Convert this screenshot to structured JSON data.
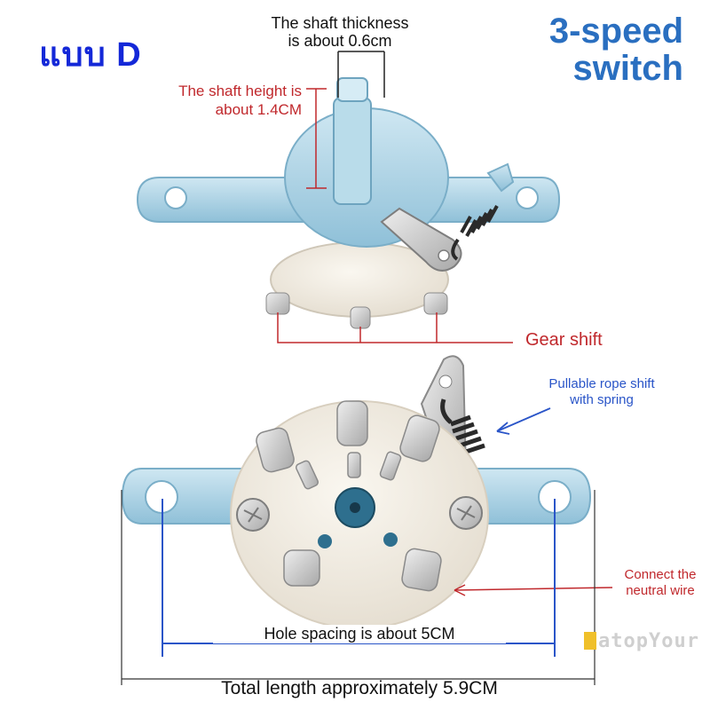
{
  "variant_label": "แบบ D",
  "title": {
    "line1": "3-speed",
    "line2": "switch"
  },
  "annotations": {
    "shaft_thickness": {
      "line1": "The shaft thickness",
      "line2": "is about 0.6cm"
    },
    "shaft_height": {
      "line1": "The shaft height is",
      "line2": "about 1.4CM"
    },
    "gear_shift": "Gear shift",
    "pullable_rope": {
      "line1": "Pullable rope shift",
      "line2": "with spring"
    },
    "neutral_wire": {
      "line1": "Connect the",
      "line2": "neutral wire"
    },
    "hole_spacing": "Hole spacing is about 5CM",
    "total_length": "Total length approximately 5.9CM"
  },
  "watermark": "atopYour",
  "colors": {
    "variant": "#1428d8",
    "title": "#2a6fc0",
    "red_annotation": "#c0282c",
    "blue_annotation": "#2a55c8",
    "dimension_line": "#2a55c8",
    "plastic": "#a9d3e6",
    "ceramic": "#f1ede4",
    "metal": "#c9c9c9"
  }
}
